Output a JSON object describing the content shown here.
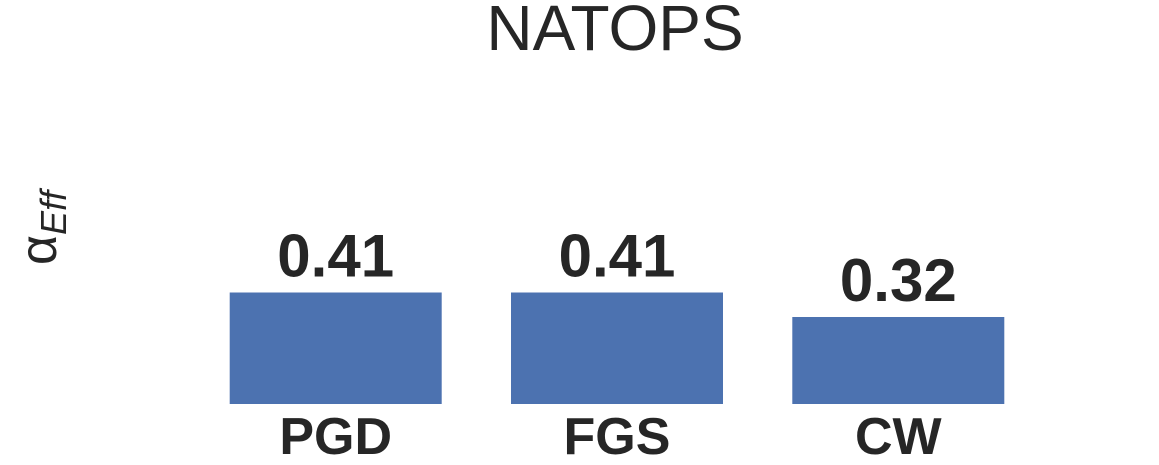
{
  "chart_data": {
    "type": "bar",
    "title": "NATOPS",
    "xlabel": "",
    "ylabel": "α",
    "ylabel_subscript": "Eff",
    "categories": [
      "PGD",
      "FGS",
      "CW"
    ],
    "values": [
      0.41,
      0.41,
      0.32
    ],
    "data_labels": [
      "0.41",
      "0.41",
      "0.32"
    ],
    "ylim": [
      0,
      1.0
    ],
    "grid": false,
    "legend": "none",
    "colors": {
      "bar": "#4c72b0",
      "text": "#262626",
      "background": "#ffffff"
    }
  }
}
